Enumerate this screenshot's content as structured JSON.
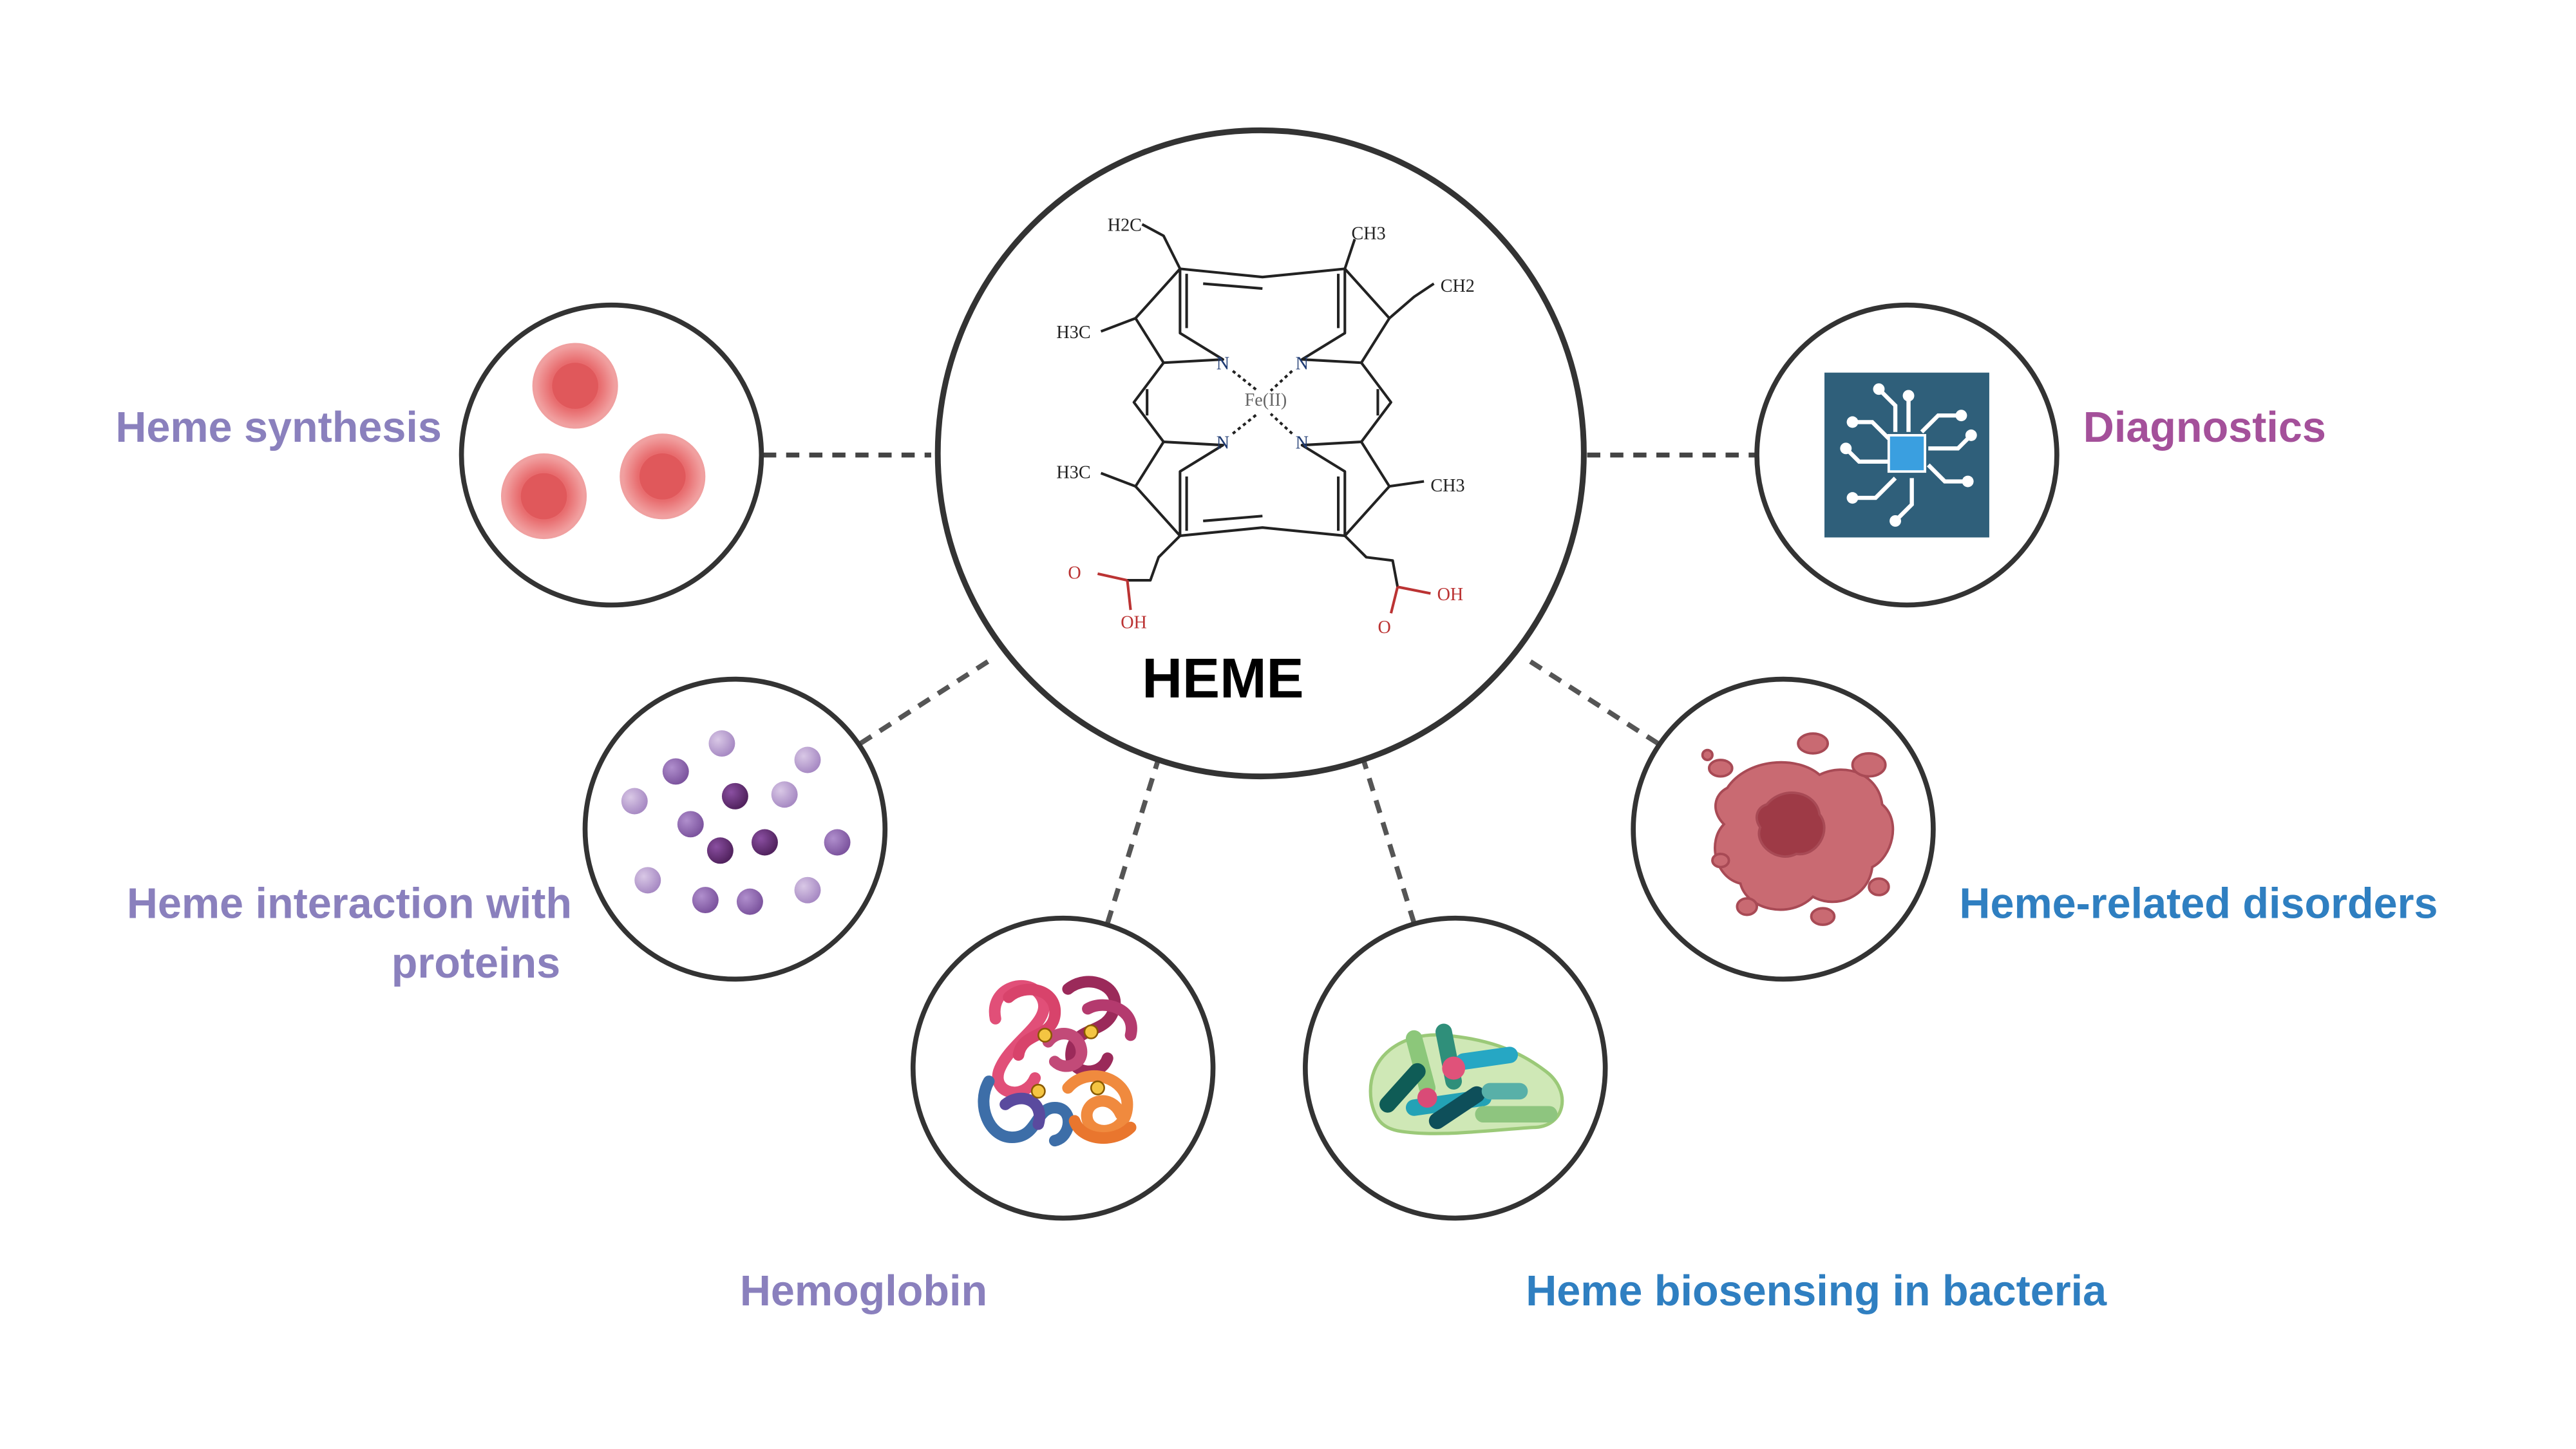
{
  "center": {
    "title": "HEME",
    "molecule": {
      "metal": "Fe(II)",
      "nitrogen": "N",
      "groups": {
        "top_left": "H2C",
        "top_right": "CH3",
        "right_vinyl": "CH2",
        "left_upper": "H3C",
        "left_lower": "H3C",
        "right_lower": "CH3",
        "acid_left_o": "O",
        "acid_left_oh": "OH",
        "acid_right_o": "O",
        "acid_right_oh": "OH"
      }
    }
  },
  "topics": [
    {
      "id": "heme-synthesis",
      "label": "Heme synthesis",
      "color": "#8a80bd",
      "icon": "red-blood-cells-icon"
    },
    {
      "id": "heme-interaction",
      "label_line1": "Heme interaction with",
      "label_line2": "proteins",
      "color": "#8a80bd",
      "icon": "protein-particles-icon"
    },
    {
      "id": "hemoglobin",
      "label": "Hemoglobin",
      "color": "#8a80bd",
      "icon": "hemoglobin-structure-icon"
    },
    {
      "id": "biosensing",
      "label": "Heme biosensing in bacteria",
      "color": "#2f7fc1",
      "icon": "bacteria-icon"
    },
    {
      "id": "disorders",
      "label": "Heme-related disorders",
      "color": "#2f7fc1",
      "icon": "diseased-cell-icon"
    },
    {
      "id": "diagnostics",
      "label": "Diagnostics",
      "color": "#a4509a",
      "icon": "microchip-icon"
    }
  ]
}
